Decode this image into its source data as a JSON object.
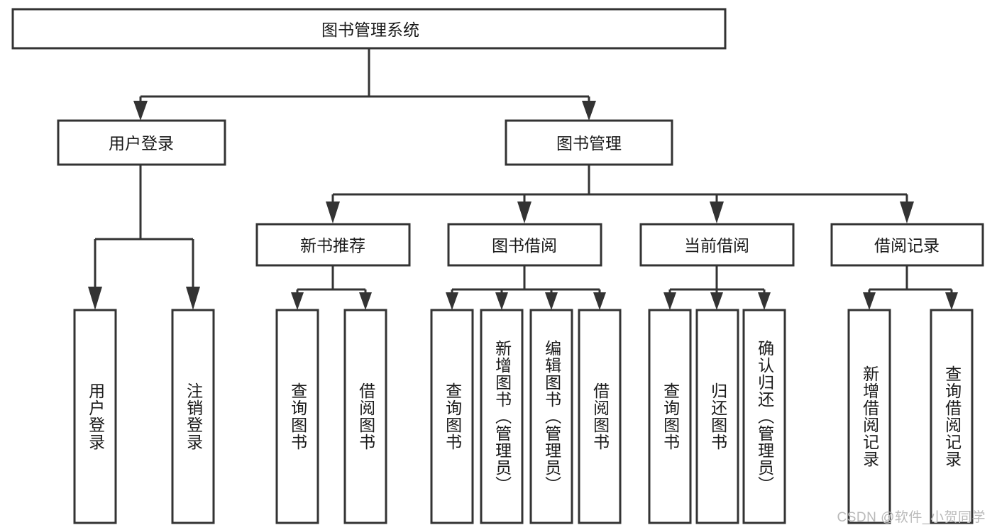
{
  "diagram": {
    "type": "tree",
    "title": "图书管理系统",
    "orientation": "top-down",
    "colors": {
      "box_stroke": "#333333",
      "box_fill": "#ffffff",
      "text": "#1a1a1a",
      "watermark": "#b9b9b9",
      "background": "#ffffff"
    },
    "root": {
      "id": "root",
      "label": "图书管理系统"
    },
    "level2": [
      {
        "id": "user-login",
        "label": "用户登录"
      },
      {
        "id": "book-manage",
        "label": "图书管理"
      }
    ],
    "level3": [
      {
        "id": "new-book-recommend",
        "label": "新书推荐",
        "parent": "book-manage"
      },
      {
        "id": "book-borrow",
        "label": "图书借阅",
        "parent": "book-manage"
      },
      {
        "id": "current-borrow",
        "label": "当前借阅",
        "parent": "book-manage"
      },
      {
        "id": "borrow-record",
        "label": "借阅记录",
        "parent": "book-manage"
      }
    ],
    "leaves": [
      {
        "id": "leaf-user-login",
        "label": "用户登录",
        "parent": "user-login"
      },
      {
        "id": "leaf-logout-login",
        "label": "注销登录",
        "parent": "user-login"
      },
      {
        "id": "leaf-query-book-1",
        "label": "查询图书",
        "parent": "new-book-recommend"
      },
      {
        "id": "leaf-borrow-book-1",
        "label": "借阅图书",
        "parent": "new-book-recommend"
      },
      {
        "id": "leaf-query-book-2",
        "label": "查询图书",
        "parent": "book-borrow"
      },
      {
        "id": "leaf-add-book",
        "label": "新增图书（管理员）",
        "parent": "book-borrow"
      },
      {
        "id": "leaf-edit-book",
        "label": "编辑图书（管理员）",
        "parent": "book-borrow"
      },
      {
        "id": "leaf-borrow-book-2",
        "label": "借阅图书",
        "parent": "book-borrow"
      },
      {
        "id": "leaf-query-book-3",
        "label": "查询图书",
        "parent": "current-borrow"
      },
      {
        "id": "leaf-return-book",
        "label": "归还图书",
        "parent": "current-borrow"
      },
      {
        "id": "leaf-confirm-return",
        "label": "确认归还（管理员）",
        "parent": "current-borrow"
      },
      {
        "id": "leaf-add-record",
        "label": "新增借阅记录",
        "parent": "borrow-record"
      },
      {
        "id": "leaf-query-record",
        "label": "查询借阅记录",
        "parent": "borrow-record"
      }
    ]
  },
  "watermark": {
    "text": "CSDN @软件_小贺同学"
  }
}
